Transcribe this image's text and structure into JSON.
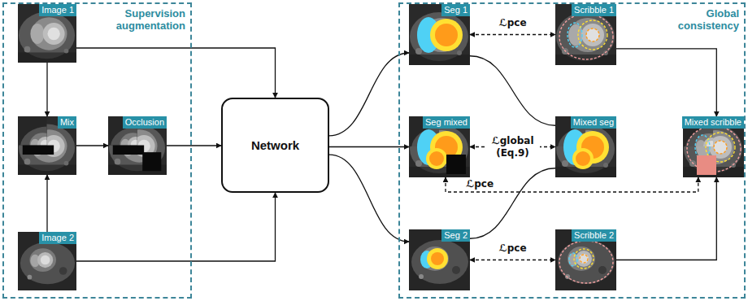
{
  "diagram": {
    "nodes": [
      {
        "text": [
          "Supervision augmentation"
        ]
      },
      {
        "text": [
          "Image 1"
        ],
        "in": 0
      },
      {
        "text": [
          "Mix"
        ],
        "in": 0
      },
      {
        "text": [
          "Occlusion"
        ],
        "in": 0
      },
      {
        "text": [
          "Image 2"
        ],
        "in": 0
      },
      {
        "text": [
          "Network"
        ]
      },
      {
        "text": [
          "Global consistency"
        ]
      },
      {
        "text": [
          "Seg 1"
        ],
        "in": 6
      },
      {
        "text": [
          "Scribble 1"
        ],
        "in": 6
      },
      {
        "text": [
          "Seg mixed"
        ],
        "in": 6
      },
      {
        "text": [
          "Mixed seg"
        ],
        "in": 6
      },
      {
        "text": [
          "Mixed scribble"
        ],
        "in": 6
      },
      {
        "text": [
          "Seg 2"
        ],
        "in": 6
      },
      {
        "text": [
          "Scribble 2"
        ],
        "in": 6
      }
    ],
    "edges": [
      {
        "from": 1,
        "to": 5,
        "arrow": "to"
      },
      {
        "from": 1,
        "to": 2,
        "arrow": "to"
      },
      {
        "from": 4,
        "to": 2,
        "arrow": "to"
      },
      {
        "from": 2,
        "to": 3,
        "arrow": "to"
      },
      {
        "from": 3,
        "to": 5,
        "arrow": "to"
      },
      {
        "from": 4,
        "to": 5,
        "arrow": "to"
      },
      {
        "from": 5,
        "to": 7,
        "arrow": "to"
      },
      {
        "from": 5,
        "to": 9,
        "arrow": "to"
      },
      {
        "from": 5,
        "to": 12,
        "arrow": "to"
      },
      {
        "from": 7,
        "to": 8,
        "label": "ℒpce",
        "arrow": "both"
      },
      {
        "from": 9,
        "to": 10,
        "label": "ℒglobal (Eq.9)",
        "arrow": "both"
      },
      {
        "from": 9,
        "to": 11,
        "label": "ℒpce",
        "arrow": "both"
      },
      {
        "from": 12,
        "to": 13,
        "label": "ℒpce",
        "arrow": "both"
      },
      {
        "from": 8,
        "to": 11,
        "arrow": "to"
      },
      {
        "from": 13,
        "to": 11,
        "arrow": "to"
      },
      {
        "from": 7,
        "to": 10,
        "arrow": "none"
      },
      {
        "from": 12,
        "to": 10,
        "arrow": "none"
      }
    ]
  }
}
